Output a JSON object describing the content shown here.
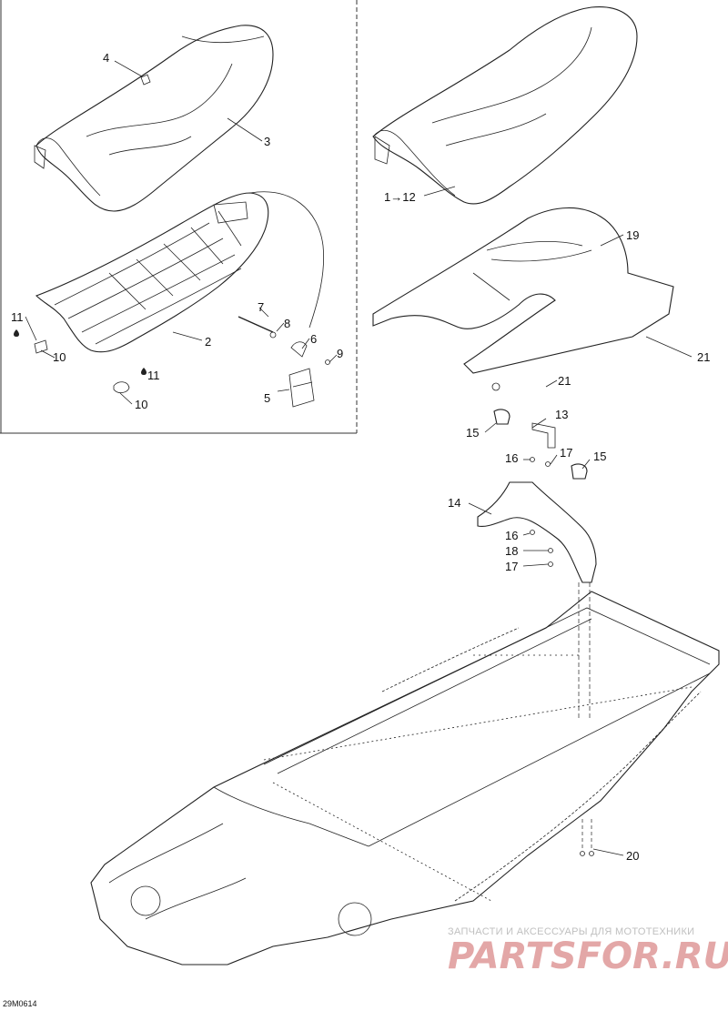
{
  "diagram_code": "29M0614",
  "callouts": [
    {
      "id": "c4",
      "label": "4"
    },
    {
      "id": "c3",
      "label": "3"
    },
    {
      "id": "c2",
      "label": "2"
    },
    {
      "id": "c11a",
      "label": "11"
    },
    {
      "id": "c10a",
      "label": "10"
    },
    {
      "id": "c11b",
      "label": "11"
    },
    {
      "id": "c10b",
      "label": "10"
    },
    {
      "id": "c7",
      "label": "7"
    },
    {
      "id": "c8",
      "label": "8"
    },
    {
      "id": "c6",
      "label": "6"
    },
    {
      "id": "c9",
      "label": "9"
    },
    {
      "id": "c5",
      "label": "5"
    },
    {
      "id": "c1to12",
      "label": "1→12"
    },
    {
      "id": "c19",
      "label": "19"
    },
    {
      "id": "c21a",
      "label": "21"
    },
    {
      "id": "c21b",
      "label": "21"
    },
    {
      "id": "c13",
      "label": "13"
    },
    {
      "id": "c15a",
      "label": "15"
    },
    {
      "id": "c16a",
      "label": "16"
    },
    {
      "id": "c17a",
      "label": "17"
    },
    {
      "id": "c15b",
      "label": "15"
    },
    {
      "id": "c14",
      "label": "14"
    },
    {
      "id": "c16b",
      "label": "16"
    },
    {
      "id": "c18",
      "label": "18"
    },
    {
      "id": "c17b",
      "label": "17"
    },
    {
      "id": "c20",
      "label": "20"
    }
  ],
  "watermark": {
    "tagline": "ЗАПЧАСТИ И АКСЕССУАРЫ ДЛЯ МОТОТЕХНИКИ",
    "brand": "PARTSFOR.RU"
  },
  "colors": {
    "line": "#222222",
    "watermark_brand": "#e3a7a7",
    "watermark_tagline": "#c0c0c0"
  }
}
